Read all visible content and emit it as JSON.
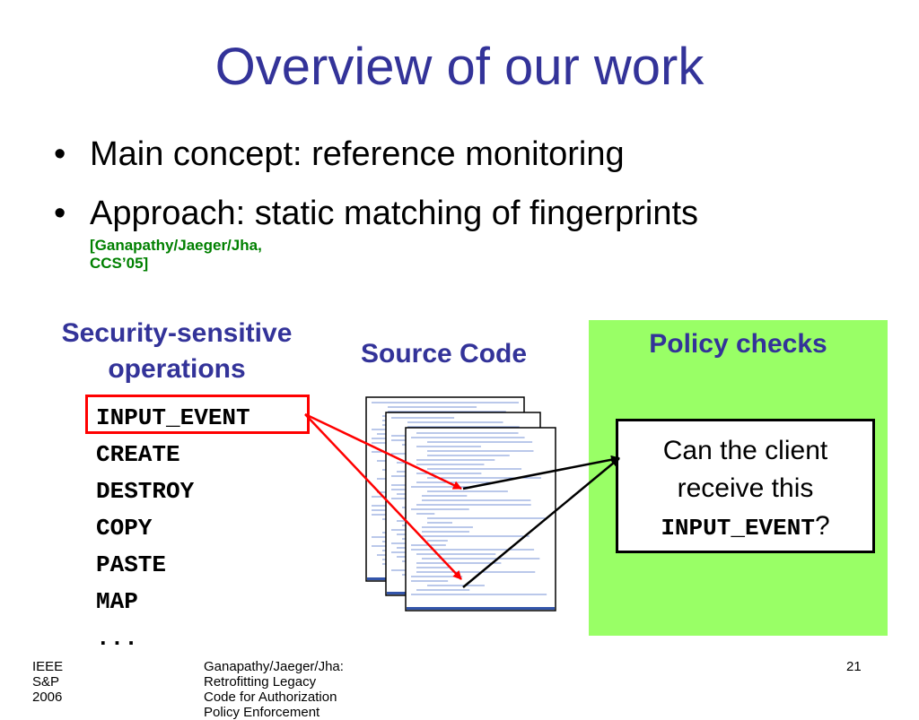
{
  "slide": {
    "title": "Overview of our work",
    "bullets": [
      {
        "marker": "•",
        "text": "Main concept: reference monitoring"
      },
      {
        "marker": "•",
        "text": "Approach: static matching of fingerprints"
      }
    ],
    "reference": "[Ganapathy/Jaeger/Jha, CCS’05]"
  },
  "operations": {
    "heading_line1": "Security-sensitive",
    "heading_line2": "operations",
    "items": [
      "INPUT_EVENT",
      "CREATE",
      "DESTROY",
      "COPY",
      "PASTE",
      "MAP",
      "..."
    ]
  },
  "source": {
    "heading": "Source Code"
  },
  "policy": {
    "heading": "Policy checks",
    "question_line1": "Can the client",
    "question_line2": "receive this",
    "question_code": "INPUT_EVENT",
    "question_mark": "?"
  },
  "colors": {
    "title": "#333399",
    "reference": "#008000",
    "highlight": "#ff0000",
    "policy_bg": "#99ff66"
  },
  "footer": {
    "left": "IEEE S&P 2006",
    "center": "Ganapathy/Jaeger/Jha: Retrofitting Legacy Code for Authorization Policy Enforcement",
    "page_number": "21"
  }
}
